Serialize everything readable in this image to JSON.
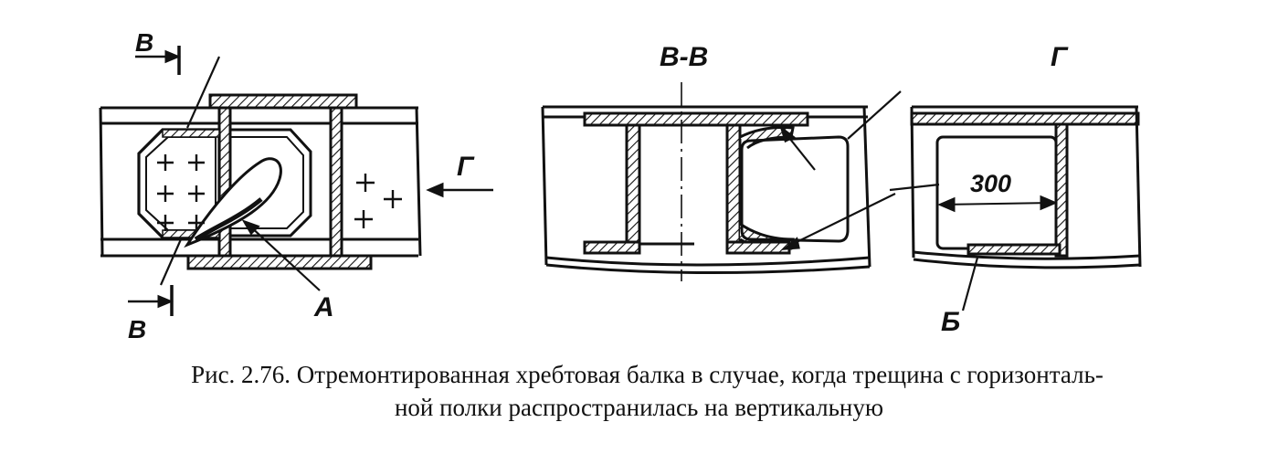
{
  "labels": {
    "section_mark": "В",
    "section_title": "В-В",
    "view_title": "Г",
    "view_arrow": "Г",
    "detail_a": "А",
    "detail_b": "Б",
    "dimension": "300"
  },
  "caption": {
    "line1": "Рис. 2.76. Отремонтированная хребтовая балка в случае, когда трещина с горизонталь-",
    "line2": "ной полки распространилась на вертикальную"
  }
}
